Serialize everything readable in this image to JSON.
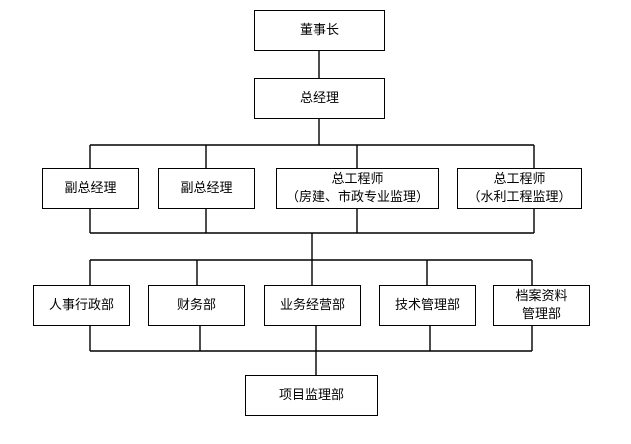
{
  "chart": {
    "chairman": "董事长",
    "general_manager": "总经理",
    "deputy_gm_1": "副总经理",
    "deputy_gm_2": "副总经理",
    "chief_engineer_1": {
      "line1": "总工程师",
      "line2": "（房建、市政专业监理）"
    },
    "chief_engineer_2": {
      "line1": "总工程师",
      "line2": "（水利工程监理）"
    },
    "departments": {
      "hr_admin": "人事行政部",
      "finance": "财务部",
      "business": "业务经营部",
      "tech_mgmt": "技术管理部",
      "archives": {
        "line1": "档案资料",
        "line2": "管理部"
      }
    },
    "project_supervision": "项目监理部"
  }
}
